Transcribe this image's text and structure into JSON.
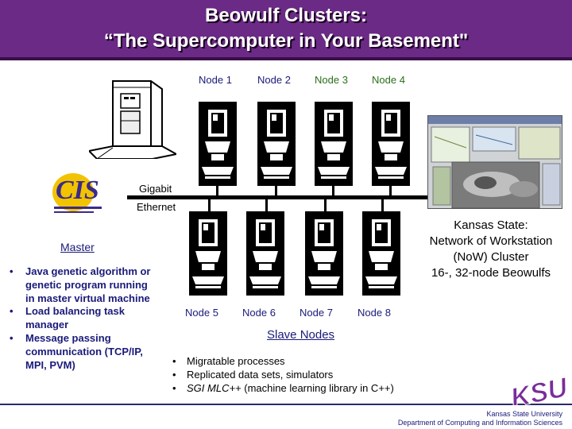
{
  "title": {
    "line1": "Beowulf Clusters:",
    "line2": "“The Supercomputer in Your Basement\""
  },
  "colors": {
    "banner": "#6a2a85",
    "accent_text": "#1a1a7a",
    "node_label_green": "#2b6e1a"
  },
  "network": {
    "label_line1": "Gigabit",
    "label_line2": "Ethernet"
  },
  "nodes_top": [
    {
      "label": "Node 1"
    },
    {
      "label": "Node 2"
    },
    {
      "label": "Node 3"
    },
    {
      "label": "Node 4"
    }
  ],
  "nodes_bottom": [
    {
      "label": "Node 5"
    },
    {
      "label": "Node 6"
    },
    {
      "label": "Node 7"
    },
    {
      "label": "Node 8"
    }
  ],
  "ksu": {
    "caption_line1": "Kansas State:",
    "caption_line2": "Network of Workstation",
    "caption_line3": "(NoW) Cluster",
    "caption_line4": "16-, 32-node Beowulfs"
  },
  "master": {
    "label": "Master",
    "bullets": [
      "Java genetic algorithm or genetic program running in master virtual machine",
      "Load balancing task manager",
      "Message passing communication (TCP/IP, MPI, PVM)"
    ]
  },
  "slave": {
    "label": "Slave Nodes",
    "bullet1": "Migratable processes",
    "bullet2": "Replicated data sets, simulators",
    "bullet3_italic": "SGI MLC++",
    "bullet3_rest": " (machine learning library in C++)"
  },
  "footer": {
    "logo_text": "KSU",
    "university": "Kansas State University",
    "department": "Department of Computing and Information Sciences"
  },
  "logo": {
    "cis_text": "CIS"
  },
  "icons": [
    "desktop-computer-icon",
    "master-tower-icon",
    "cis-logo",
    "ksu-logo"
  ]
}
